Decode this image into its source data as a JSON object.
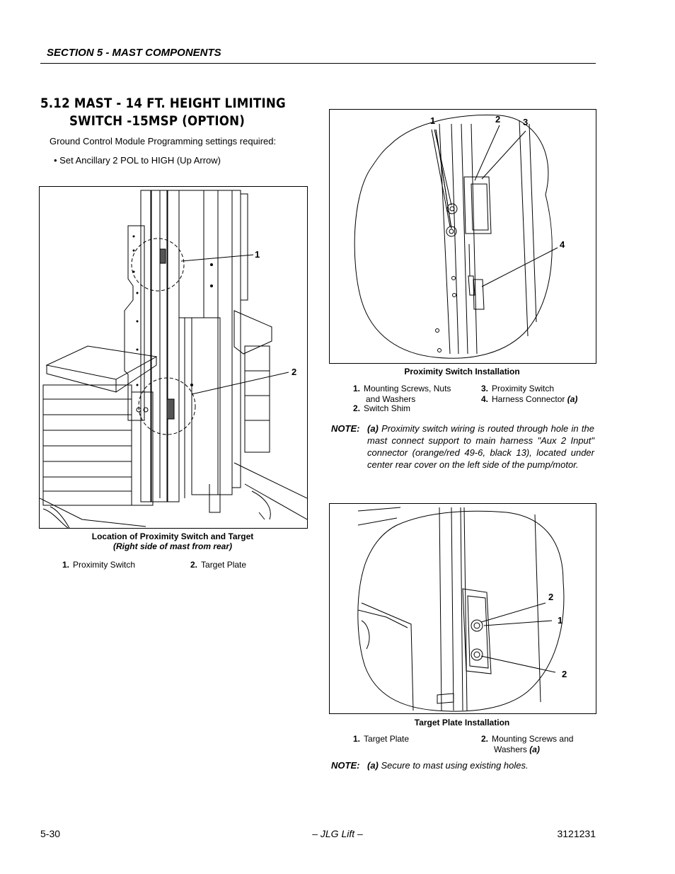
{
  "header": {
    "section": "SECTION 5 - MAST COMPONENTS"
  },
  "title": {
    "line1": "5.12 MAST - 14 FT. HEIGHT LIMITING",
    "line2": "SWITCH -15MSP (OPTION)"
  },
  "intro": "Ground Control Module Programming settings required:",
  "bullet": "• Set Ancillary 2 POL to HIGH (Up Arrow)",
  "figure_left": {
    "callouts": [
      "1",
      "2"
    ],
    "caption_line1": "Location of Proximity Switch and Target",
    "caption_line2": "(Right side of mast from rear)",
    "legend": [
      {
        "num": "1.",
        "text": "Proximity Switch"
      },
      {
        "num": "2.",
        "text": "Target Plate"
      }
    ]
  },
  "figure_top_right": {
    "callouts": [
      "1",
      "2",
      "3",
      "4"
    ],
    "caption": "Proximity Switch Installation",
    "legend": [
      {
        "num": "1.",
        "text": "Mounting  Screws,  Nuts",
        "text2": "and Washers"
      },
      {
        "num": "2.",
        "text": "Switch Shim"
      },
      {
        "num": "3.",
        "text": "Proximity Switch"
      },
      {
        "num": "4.",
        "text": "Harness Connector",
        "suffix": "(a)"
      }
    ],
    "note_label": "NOTE:",
    "note_tag": "(a)",
    "note_text": "Proximity switch wiring is routed through hole in the mast connect support to main harness \"Aux 2 Input\" connector (orange/red 49-6, black 13), located under center rear cover on the left side of the pump/motor."
  },
  "figure_bottom_right": {
    "callouts": [
      "2",
      "1",
      "2"
    ],
    "caption": "Target Plate Installation",
    "legend": [
      {
        "num": "1.",
        "text": "Target Plate"
      },
      {
        "num": "2.",
        "text": "Mounting Screws and",
        "text2": "Washers",
        "suffix": "(a)"
      }
    ],
    "note_label": "NOTE:",
    "note_tag": "(a)",
    "note_text": "Secure to mast using existing holes."
  },
  "footer": {
    "page": "5-30",
    "center": "– JLG Lift –",
    "doc": "3121231"
  }
}
